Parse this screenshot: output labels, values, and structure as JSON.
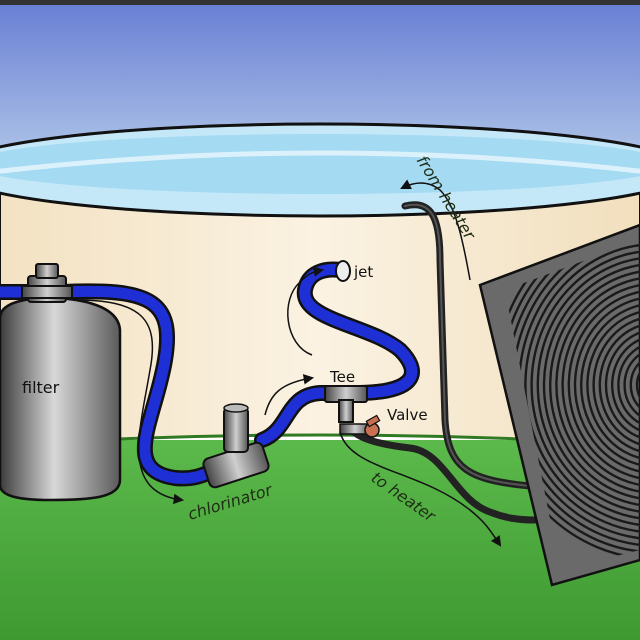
{
  "labels": {
    "filter": "filter",
    "jet": "jet",
    "tee": "Tee",
    "valve": "Valve",
    "chlorinator": "chlorinator",
    "from_heater": "from heater",
    "to_heater": "to heater"
  },
  "colors": {
    "sky_top": "#6f86d6",
    "sky_bottom": "#dfeaf3",
    "pool_wall": "#f8ecd3",
    "water": "#bfe6f8",
    "grass": "#4aa83a",
    "hose": "#1f2fd6",
    "heater_panel": "#6a6a6a",
    "coil": "#222222"
  }
}
